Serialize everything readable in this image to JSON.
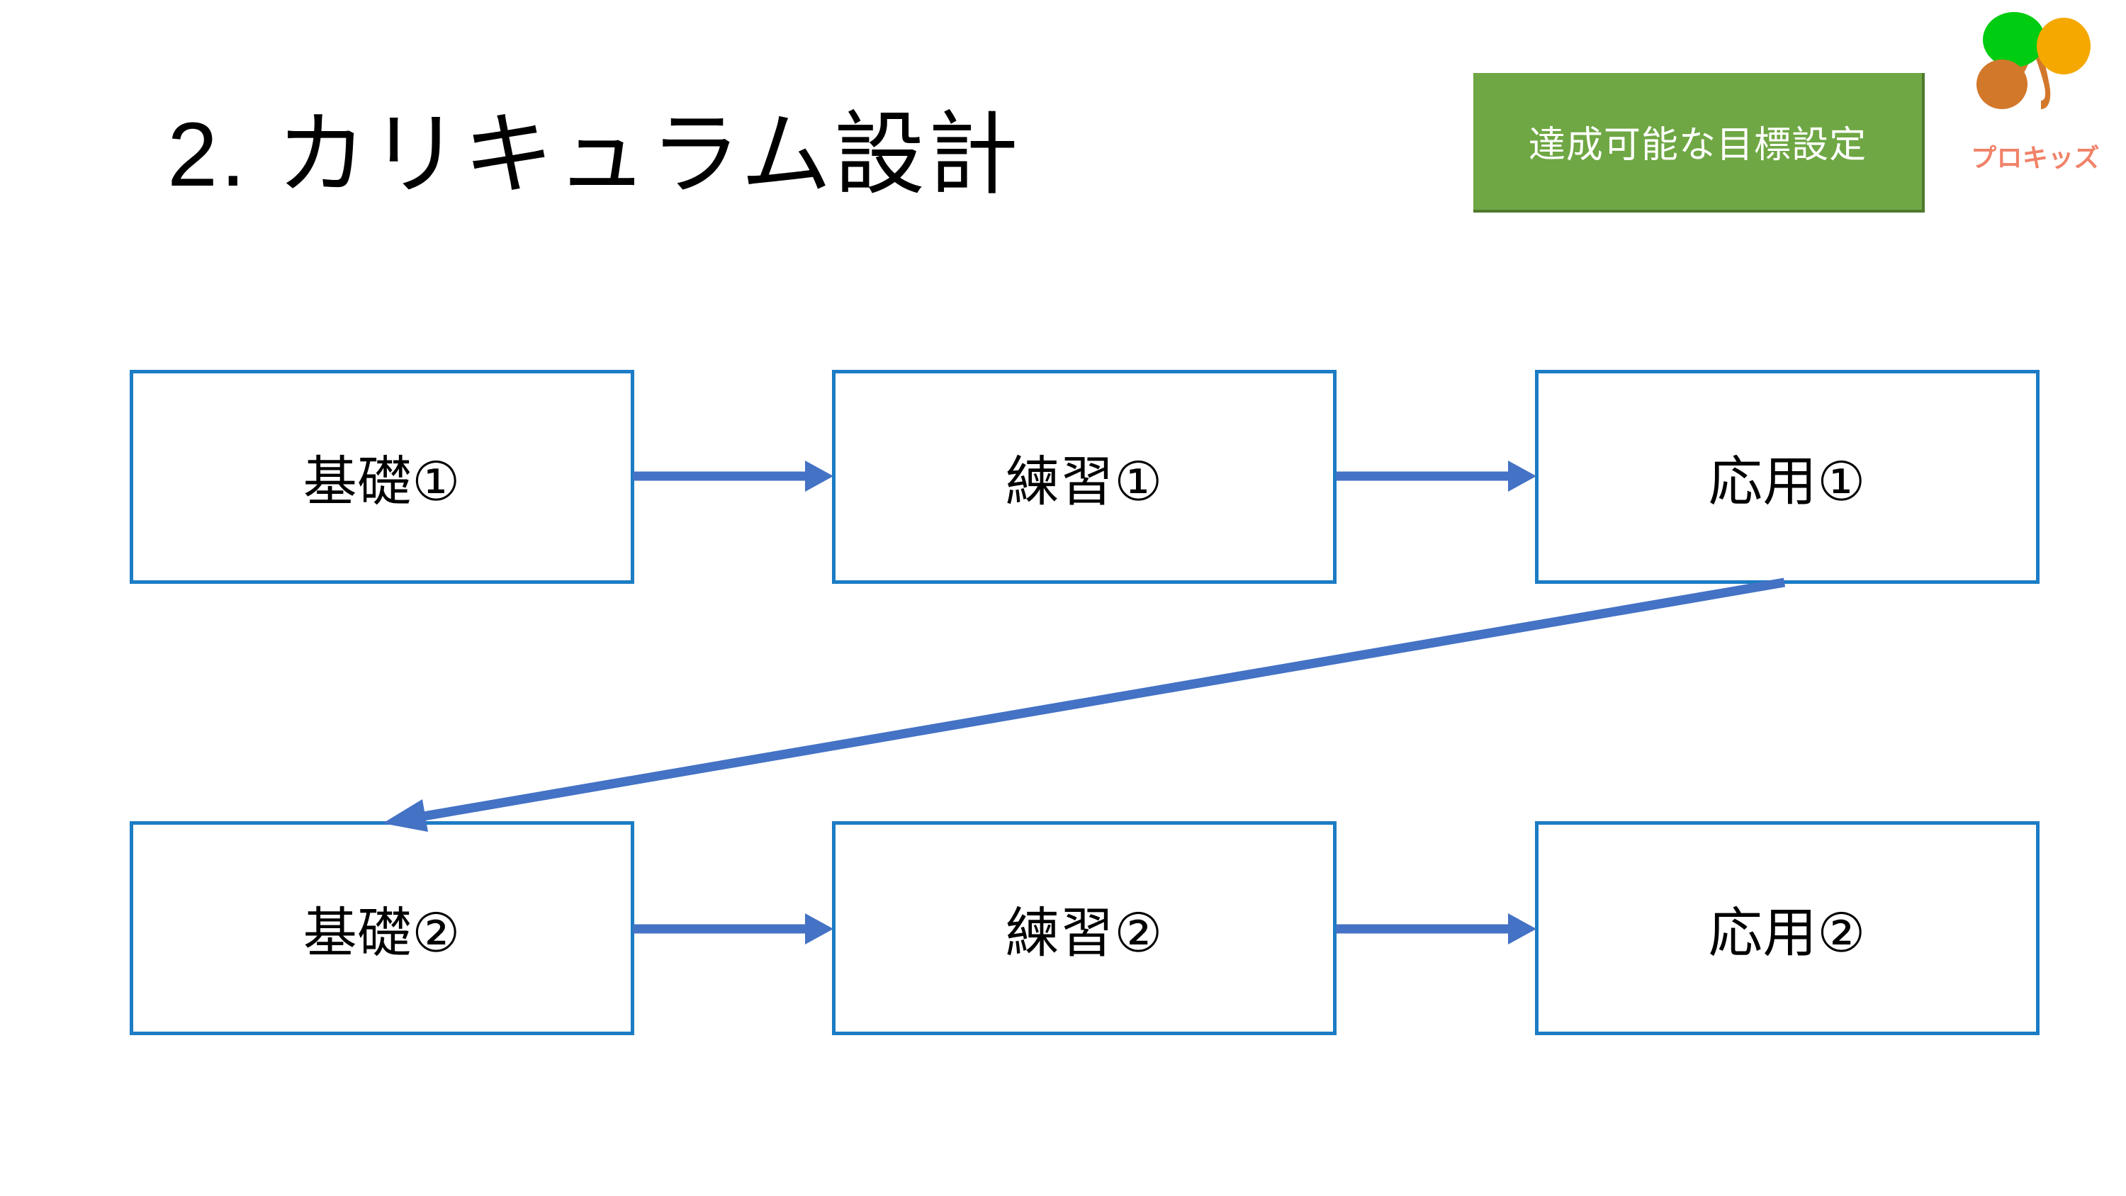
{
  "slide": {
    "title": "2. カリキュラム設計",
    "background_color": "#FFFFFF"
  },
  "badge": {
    "label": "達成可能な目標設定",
    "fill_color": "#6FA744",
    "text_color": "#FFFFFF",
    "shadow_color": "#4F7A2E"
  },
  "logo": {
    "wordmark": "プロキッズ",
    "wordmark_color": "#F08269",
    "leaf_green": "#00CC11",
    "leaf_amber": "#F5A800",
    "leaf_brown": "#D2782B",
    "stem_color": "#D2782B"
  },
  "diagram": {
    "type": "flow",
    "box_border_color": "#1C7CC4",
    "box_fill_color": "#FFFFFF",
    "arrow_color": "#4472C4",
    "rows": [
      {
        "row_name": "row-1",
        "boxes": [
          {
            "label": "基礎①"
          },
          {
            "label": "練習①"
          },
          {
            "label": "応用①"
          }
        ]
      },
      {
        "row_name": "row-2",
        "boxes": [
          {
            "label": "基礎②"
          },
          {
            "label": "練習②"
          },
          {
            "label": "応用②"
          }
        ]
      }
    ],
    "connections": [
      {
        "from": "基礎①",
        "to": "練習①",
        "kind": "horizontal"
      },
      {
        "from": "練習①",
        "to": "応用①",
        "kind": "horizontal"
      },
      {
        "from": "応用①",
        "to": "基礎②",
        "kind": "diagonal"
      },
      {
        "from": "基礎②",
        "to": "練習②",
        "kind": "horizontal"
      },
      {
        "from": "練習②",
        "to": "応用②",
        "kind": "horizontal"
      }
    ]
  }
}
